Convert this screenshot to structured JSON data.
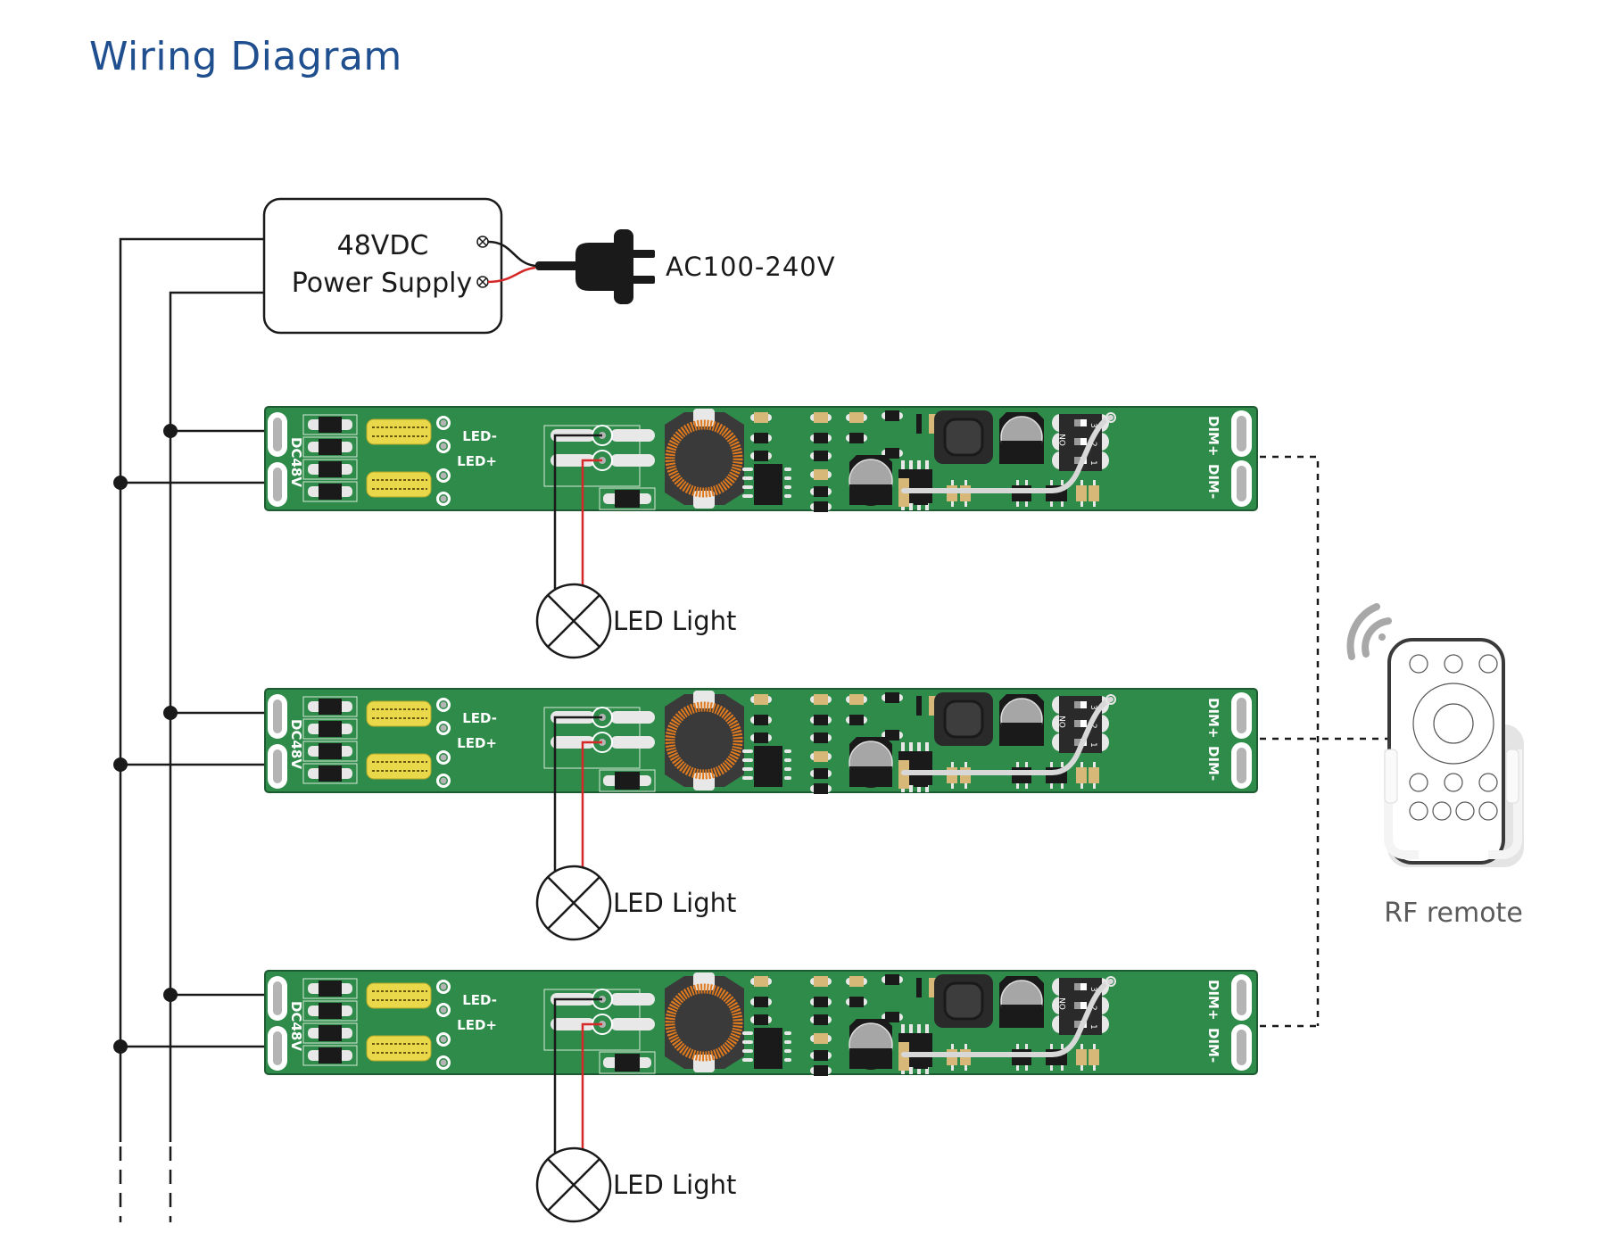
{
  "title": "Wiring Diagram",
  "power_supply": {
    "line1": "48VDC",
    "line2": "Power Supply",
    "input_label": "AC100-240V"
  },
  "controllers": [
    {
      "input_label": "DC48V",
      "output_neg_label": "LED-",
      "output_pos_label": "LED+",
      "dim_pos_label": "DIM+",
      "dim_neg_label": "DIM-",
      "dip_switch": {
        "on_label": "ON",
        "positions": [
          "1",
          "2",
          "3"
        ]
      },
      "load_label": "LED Light"
    },
    {
      "input_label": "DC48V",
      "output_neg_label": "LED-",
      "output_pos_label": "LED+",
      "dim_pos_label": "DIM+",
      "dim_neg_label": "DIM-",
      "dip_switch": {
        "on_label": "ON",
        "positions": [
          "1",
          "2",
          "3"
        ]
      },
      "load_label": "LED Light"
    },
    {
      "input_label": "DC48V",
      "output_neg_label": "LED-",
      "output_pos_label": "LED+",
      "dim_pos_label": "DIM+",
      "dim_neg_label": "DIM-",
      "dip_switch": {
        "on_label": "ON",
        "positions": [
          "1",
          "2",
          "3"
        ]
      },
      "load_label": "LED Light"
    }
  ],
  "remote": {
    "label": "RF remote",
    "icon": "wireless-signal-icon"
  },
  "colors": {
    "title": "#1f4f8f",
    "pcb_green": "#2e8b4a",
    "wire_black": "#1a1a1a",
    "wire_red": "#d62828",
    "inductor_copper": "#e07a1f",
    "capacitor_yellow": "#e8d84a",
    "smd_tan": "#d8b878",
    "remote_signal_gray": "#a8a8a8"
  }
}
